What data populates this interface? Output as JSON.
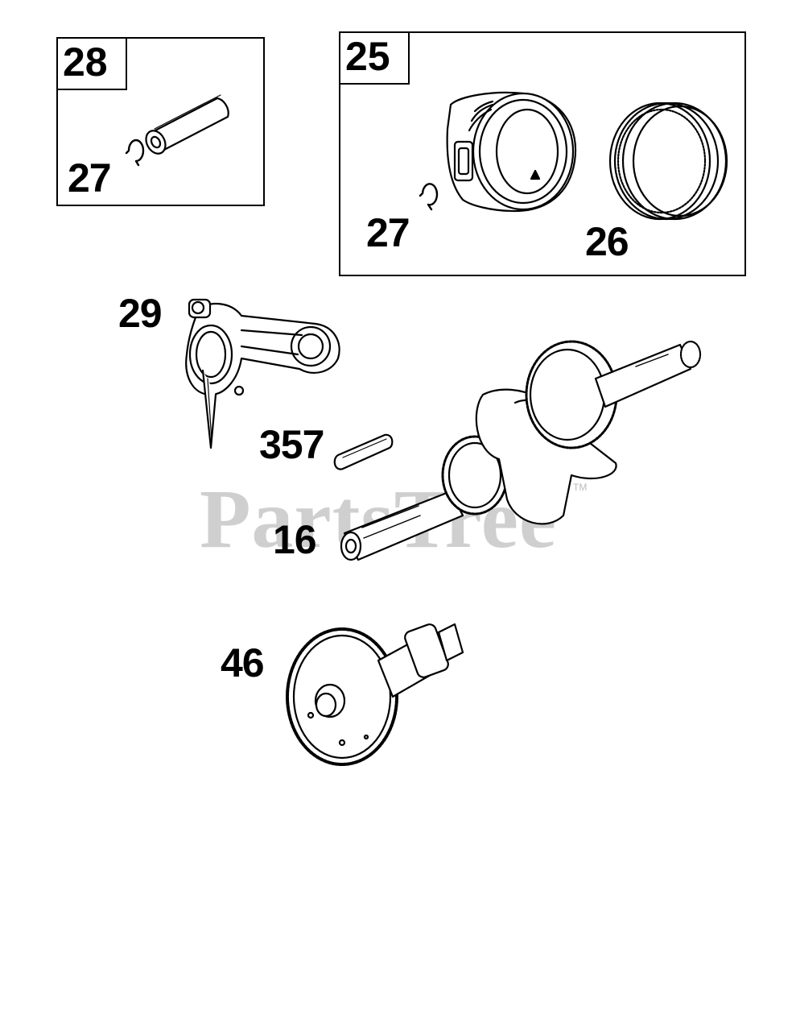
{
  "boxes": {
    "box_a": {
      "label": "28",
      "pin_label": "28",
      "clip_label": "27"
    },
    "box_b": {
      "label": "25",
      "clip_label": "27",
      "rings_label": "26"
    }
  },
  "callouts": {
    "connecting_rod": "29",
    "key": "357",
    "crankshaft": "16",
    "camshaft": "46"
  },
  "watermark": {
    "text": "PartsTree",
    "tm": "TM"
  },
  "colors": {
    "line": "#000000",
    "watermark": "#cfcfcf",
    "background": "#ffffff"
  }
}
